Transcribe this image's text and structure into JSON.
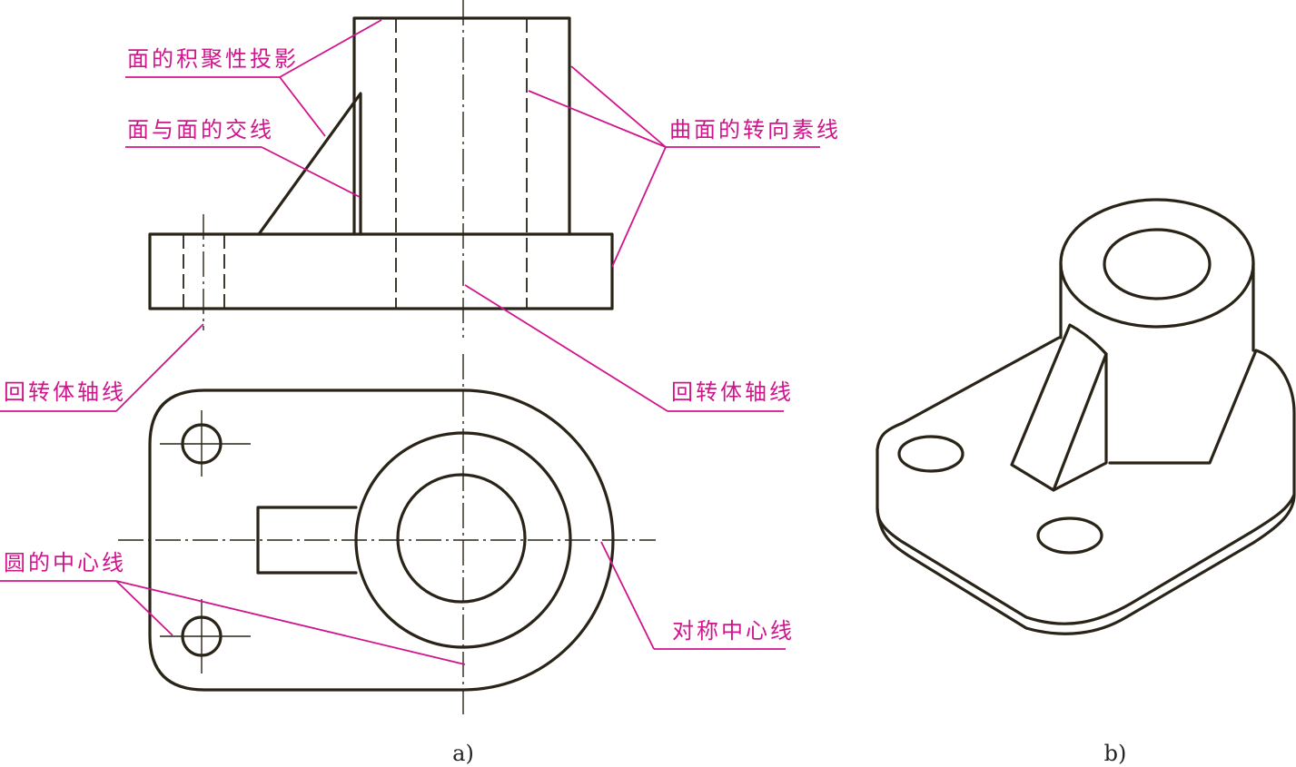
{
  "colors": {
    "accent": "#d0148c",
    "ink": "#2a2418"
  },
  "labels": {
    "face_projection": "面的积聚性投影",
    "face_intersection": "面与面的交线",
    "surface_contour": "曲面的转向素线",
    "revolution_axis_left": "回转体轴线",
    "revolution_axis_right": "回转体轴线",
    "circle_centerline": "圆的中心线",
    "symmetry_centerline": "对称中心线"
  },
  "captions": {
    "a": "a)",
    "b": "b)"
  }
}
